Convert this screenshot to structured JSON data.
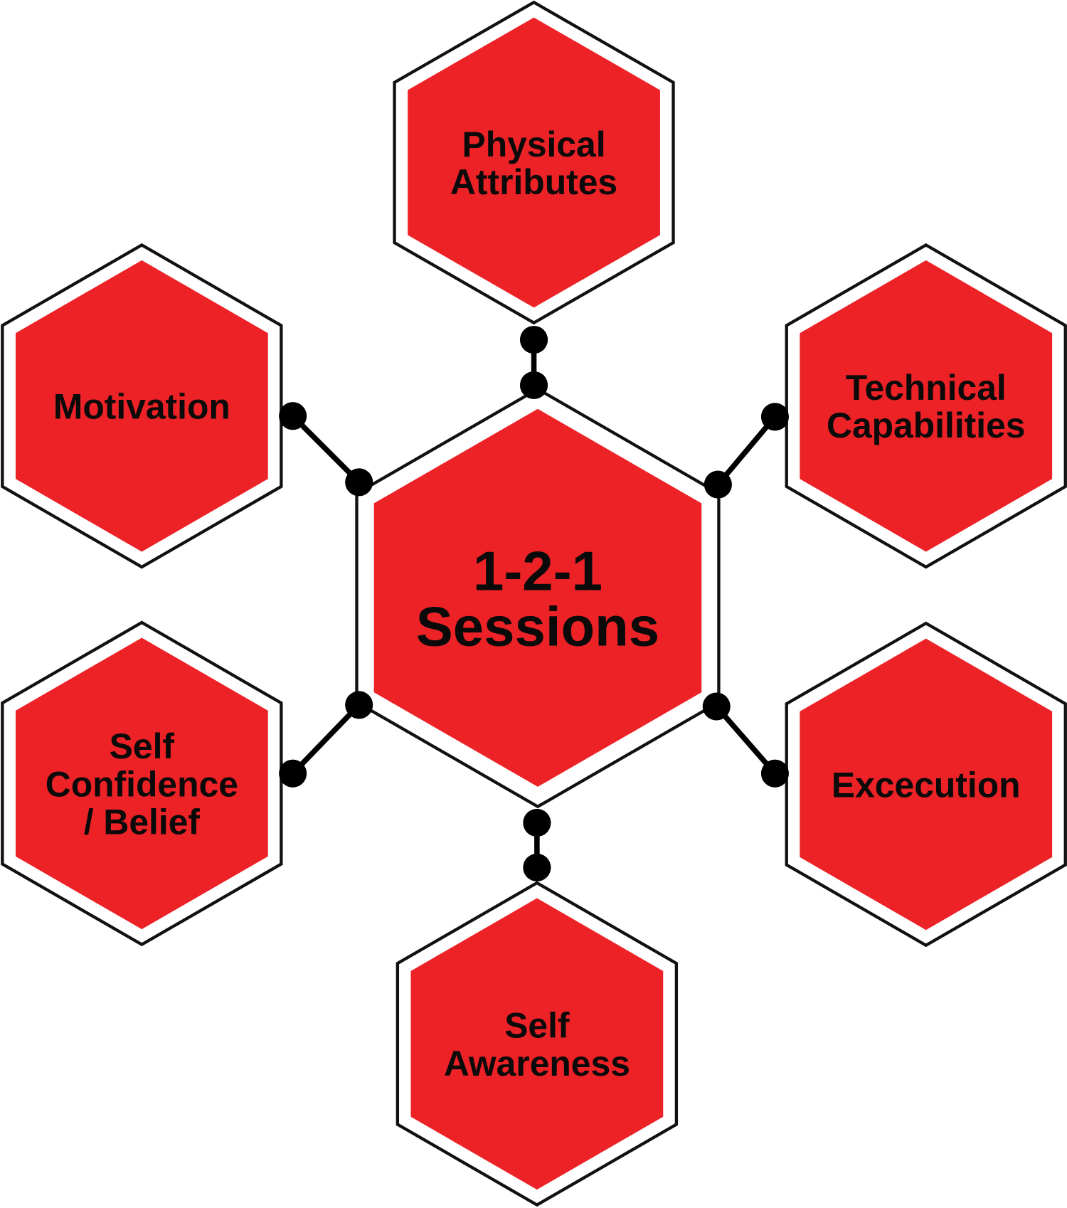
{
  "colors": {
    "fill": "#EC2227",
    "stroke": "#111111",
    "background": "#FFFFFF"
  },
  "center": {
    "lines": [
      "1-2-1",
      "Sessions"
    ]
  },
  "nodes": [
    {
      "id": "physical-attributes",
      "lines": [
        "Physical",
        "Attributes"
      ]
    },
    {
      "id": "technical-capabilities",
      "lines": [
        "Technical",
        "Capabilities"
      ]
    },
    {
      "id": "execution",
      "lines": [
        "Excecution"
      ]
    },
    {
      "id": "self-awareness",
      "lines": [
        "Self",
        "Awareness"
      ]
    },
    {
      "id": "self-confidence-belief",
      "lines": [
        "Self",
        "Confidence",
        "/ Belief"
      ]
    },
    {
      "id": "motivation",
      "lines": [
        "Motivation"
      ]
    }
  ]
}
